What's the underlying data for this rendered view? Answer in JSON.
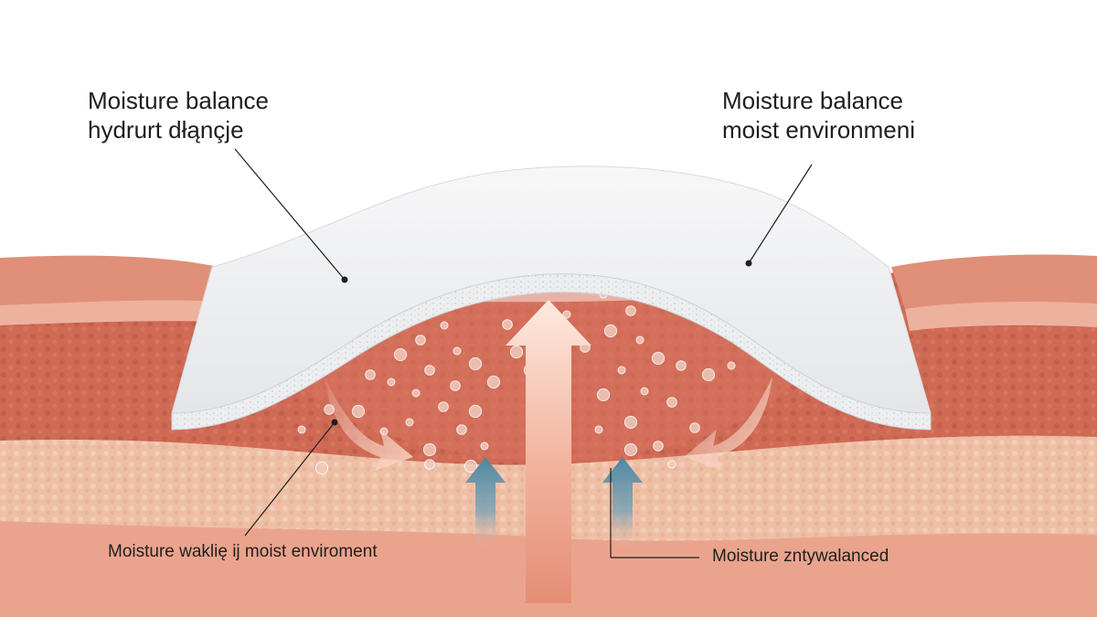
{
  "labels": {
    "top_left": {
      "line1": "Moisture balance",
      "line2": "hydrurt dłąnçje"
    },
    "top_right": {
      "line1": "Moisture balance",
      "line2": "moist environmeni"
    },
    "bottom_left": "Moisture waklię ij moist enviroment",
    "bottom_right": "Moisture zntywalanced"
  },
  "colors": {
    "background": "#ffffff",
    "dermis": "#cf6a55",
    "subcutis": "#eebfa4",
    "deep_tissue": "#eaa48d",
    "dressing": "#eeeff1",
    "droplet": "#f0cbbd",
    "upward_arrow": "#f6c7b5",
    "blue_arrow": "#5f8fa6"
  }
}
